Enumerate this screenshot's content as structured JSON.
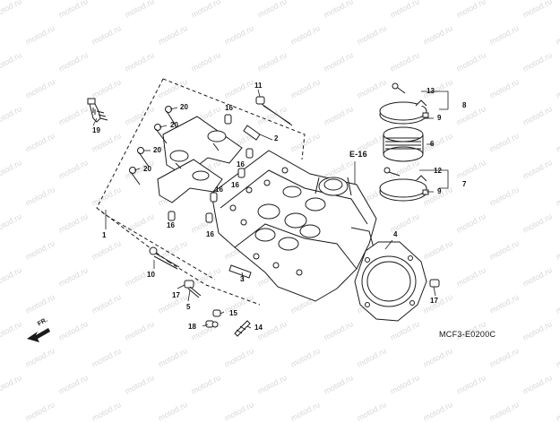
{
  "diagram": {
    "ref_label": "E-16",
    "diagram_code": "MCF3-E0200C",
    "direction_label": "FR.",
    "watermark_text": "motod.ru",
    "callouts": {
      "c1": "1",
      "c2": "2",
      "c3": "3",
      "c4": "4",
      "c5": "5",
      "c6": "6",
      "c7": "7",
      "c8": "8",
      "c9a": "9",
      "c9b": "9",
      "c10": "10",
      "c11": "11",
      "c12": "12",
      "c13": "13",
      "c14": "14",
      "c15": "15",
      "c16a": "16",
      "c16b": "16",
      "c16c": "16",
      "c16d": "16",
      "c16e": "16",
      "c16f": "16",
      "c17a": "17",
      "c17b": "17",
      "c18": "18",
      "c19": "19",
      "c20a": "20",
      "c20b": "20",
      "c20c": "20",
      "c20d": "20"
    },
    "colors": {
      "line": "#1a1a1a",
      "watermark": "#d8d8d8",
      "background": "#ffffff"
    }
  }
}
